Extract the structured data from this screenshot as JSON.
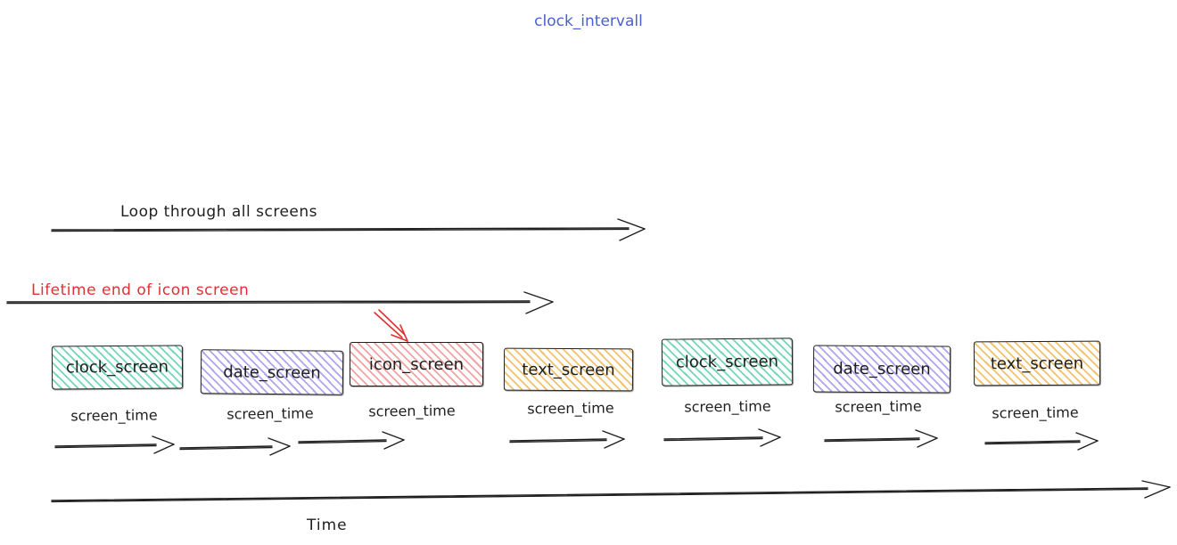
{
  "title": {
    "text": "clock_intervall",
    "color": "#4a5fd0"
  },
  "annotations": {
    "loop_arrow_label": "Loop through all screens",
    "lifetime_arrow_label": "Lifetime end of icon screen",
    "lifetime_color": "#e03131",
    "icon_screen_pointer_color": "#e03131"
  },
  "screens": [
    {
      "label": "clock_screen",
      "color": "green",
      "fill_hex": "#74d7b4",
      "duration_label": "screen_time"
    },
    {
      "label": "date_screen",
      "color": "violet",
      "fill_hex": "#b2a4ef",
      "duration_label": "screen_time"
    },
    {
      "label": "icon_screen",
      "color": "red",
      "fill_hex": "#efa3a3",
      "duration_label": "screen_time",
      "pointed_at_by": "red-annotation-arrow"
    },
    {
      "label": "text_screen",
      "color": "yellow",
      "fill_hex": "#f1c26b",
      "duration_label": "screen_time"
    },
    {
      "label": "clock_screen",
      "color": "green",
      "fill_hex": "#74d7b4",
      "duration_label": "screen_time"
    },
    {
      "label": "date_screen",
      "color": "violet",
      "fill_hex": "#b2a4ef",
      "duration_label": "screen_time"
    },
    {
      "label": "text_screen",
      "color": "yellow",
      "fill_hex": "#f1c26b",
      "duration_label": "screen_time"
    }
  ],
  "time_axis_label": "Time",
  "colors": {
    "stroke": "#1e1e1e",
    "red_accent": "#e03131",
    "title_blue": "#4a5fd0"
  }
}
